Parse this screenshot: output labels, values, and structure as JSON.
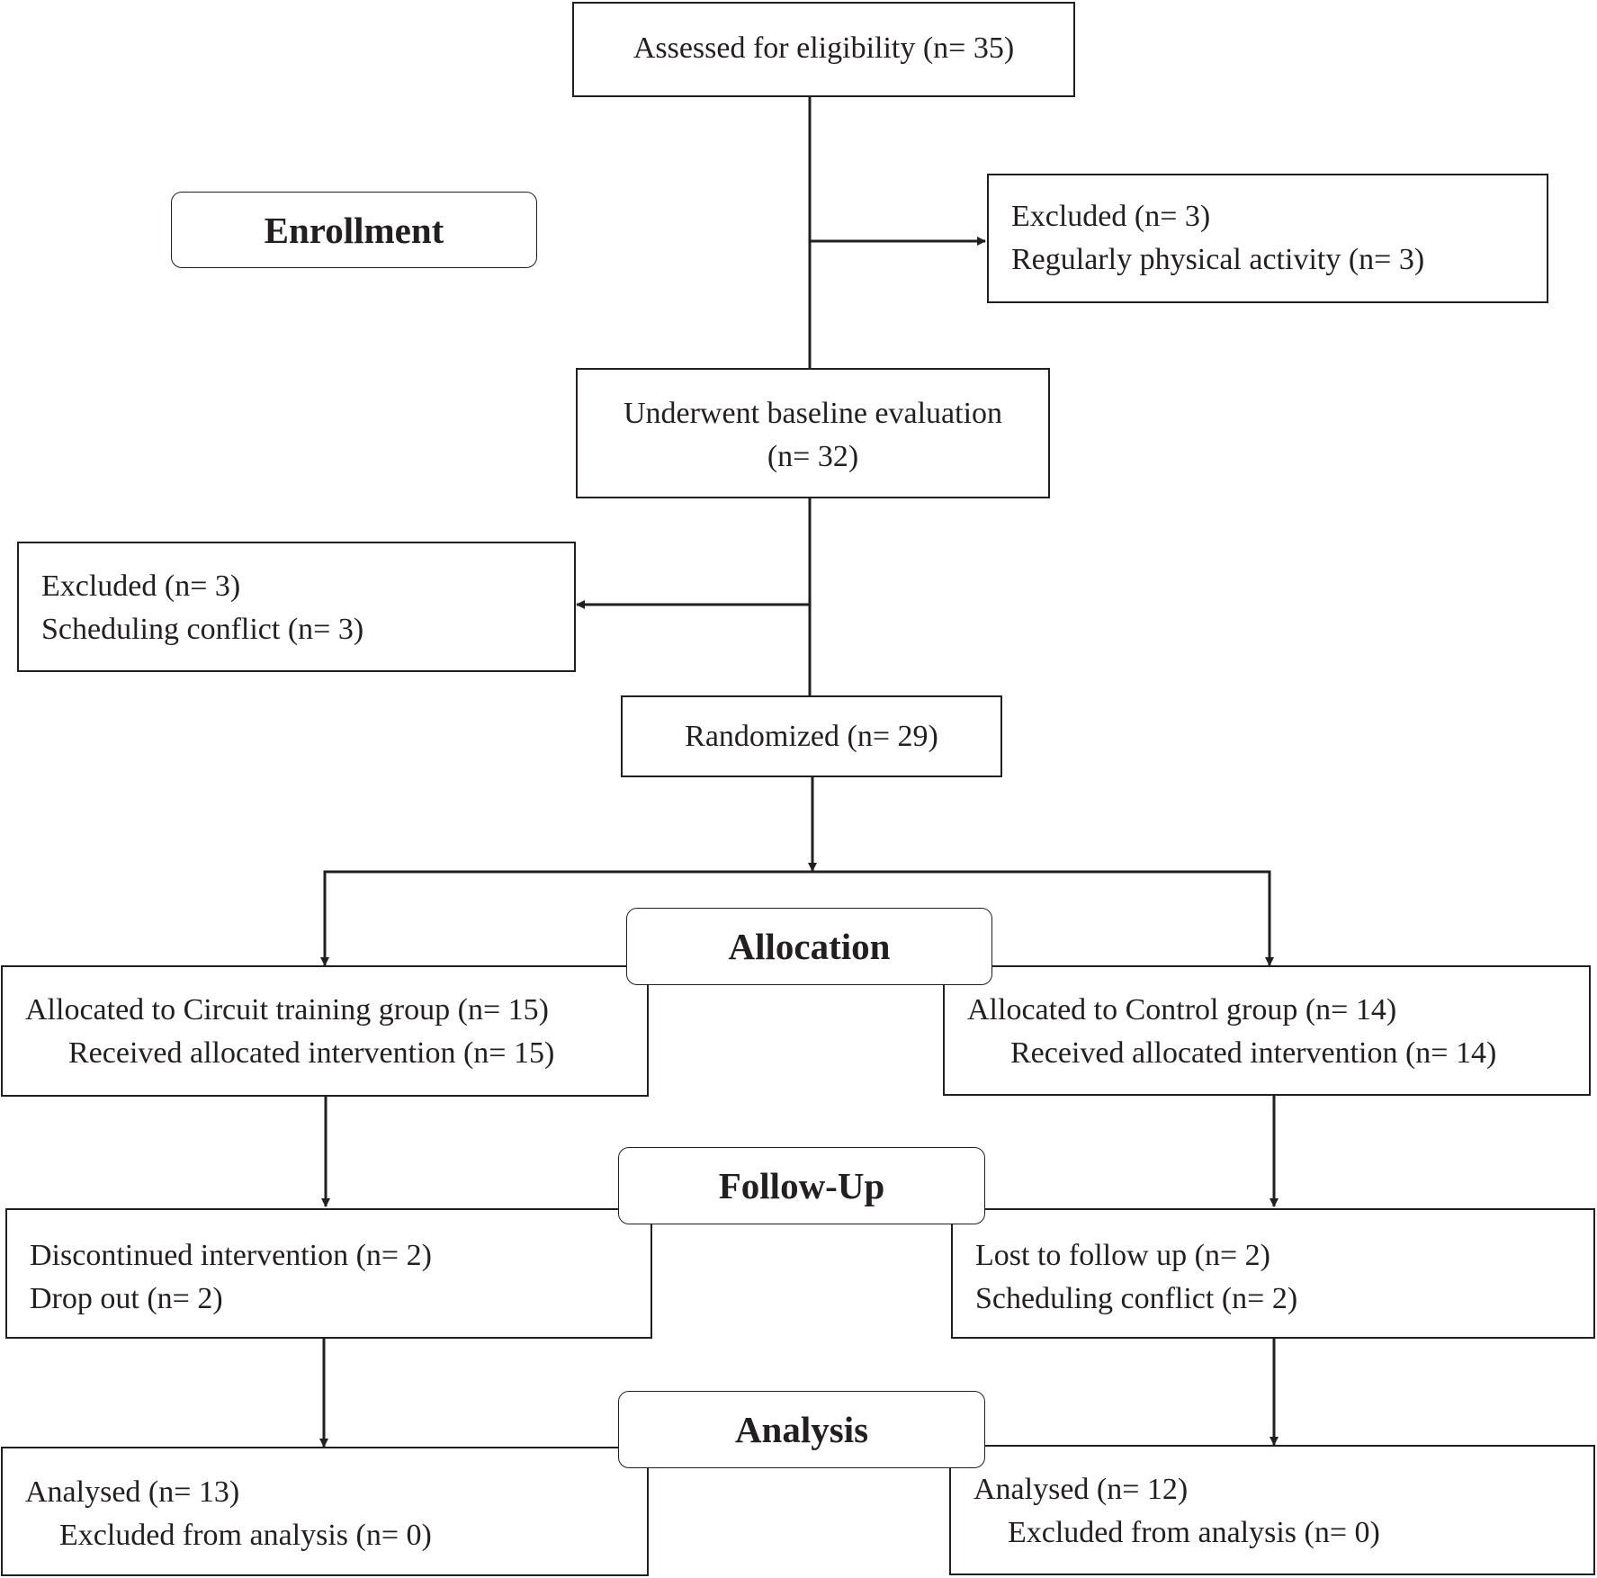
{
  "stages": {
    "enrollment": "Enrollment",
    "allocation": "Allocation",
    "follow_up": "Follow-Up",
    "analysis": "Analysis"
  },
  "assessed": "Assessed for eligibility (n= 35)",
  "excluded_1": {
    "title": "Excluded (n= 3)",
    "reason": "Regularly physical activity (n= 3)"
  },
  "baseline": {
    "line1": "Underwent baseline evaluation",
    "line2": "(n= 32)"
  },
  "excluded_2": {
    "title": "Excluded (n= 3)",
    "reason": "Scheduling conflict (n= 3)"
  },
  "randomized": "Randomized (n= 29)",
  "circuit_allocation": {
    "title": "Allocated to Circuit training group (n= 15)",
    "detail": "Received allocated intervention (n= 15)"
  },
  "control_allocation": {
    "title": "Allocated to Control group (n= 14)",
    "detail": "Received allocated intervention (n= 14)"
  },
  "circuit_followup": {
    "title": "Discontinued intervention (n= 2)",
    "detail": "Drop out (n= 2)"
  },
  "control_followup": {
    "title": "Lost to follow up (n= 2)",
    "detail": "Scheduling conflict (n= 2)"
  },
  "circuit_analysis": {
    "title": "Analysed (n= 13)",
    "detail": "Excluded from analysis (n= 0)"
  },
  "control_analysis": {
    "title": "Analysed (n= 12)",
    "detail": "Excluded from analysis (n= 0)"
  }
}
